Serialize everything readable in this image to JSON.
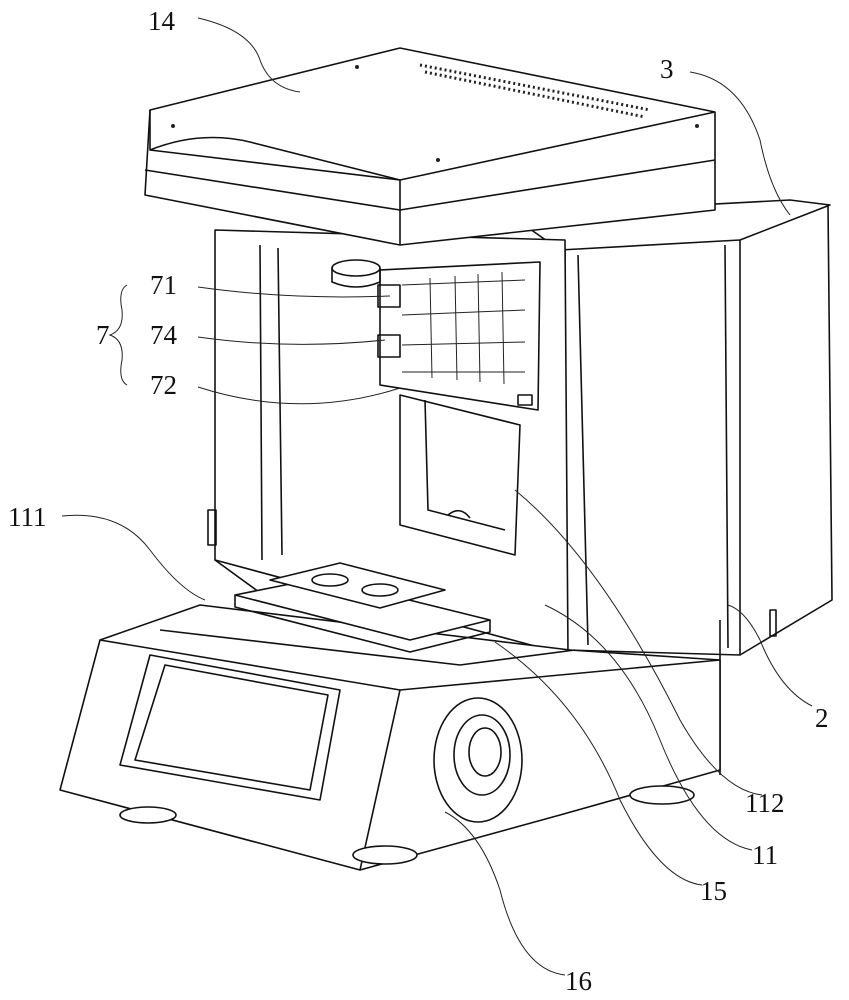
{
  "figure": {
    "labels": {
      "lid": "14",
      "side_cover": "3",
      "assembly_group": "7",
      "part_71": "71",
      "part_74": "74",
      "part_72": "72",
      "base_top": "111",
      "housing": "2",
      "window_frame": "112",
      "frame": "11",
      "platform": "15",
      "control_panel": "16"
    }
  }
}
